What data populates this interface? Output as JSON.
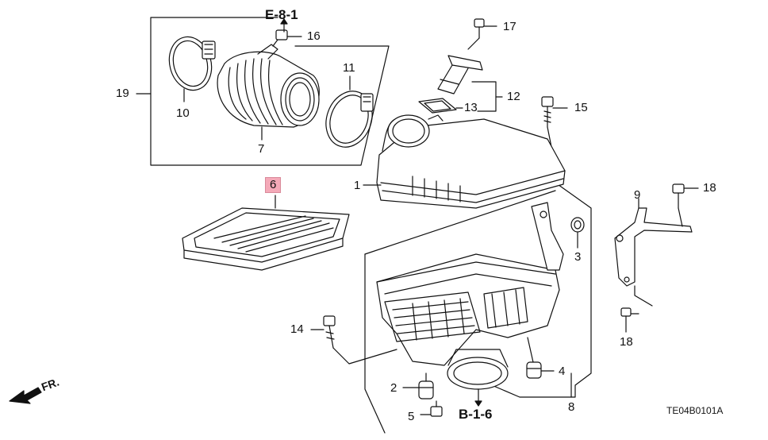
{
  "diagram": {
    "code": "TE04B0101A",
    "refs": {
      "top": "E-8-1",
      "bottom": "B-1-6"
    },
    "front": "FR.",
    "labels": {
      "l1": "1",
      "l2": "2",
      "l3": "3",
      "l4": "4",
      "l5": "5",
      "l6": "6",
      "l7": "7",
      "l8": "8",
      "l9": "9",
      "l10": "10",
      "l11": "11",
      "l12": "12",
      "l13": "13",
      "l14": "14",
      "l15": "15",
      "l16": "16",
      "l17": "17",
      "l18a": "18",
      "l18b": "18",
      "l19": "19"
    },
    "colors": {
      "line": "#111111",
      "highlight": "#f4a9b8"
    }
  }
}
